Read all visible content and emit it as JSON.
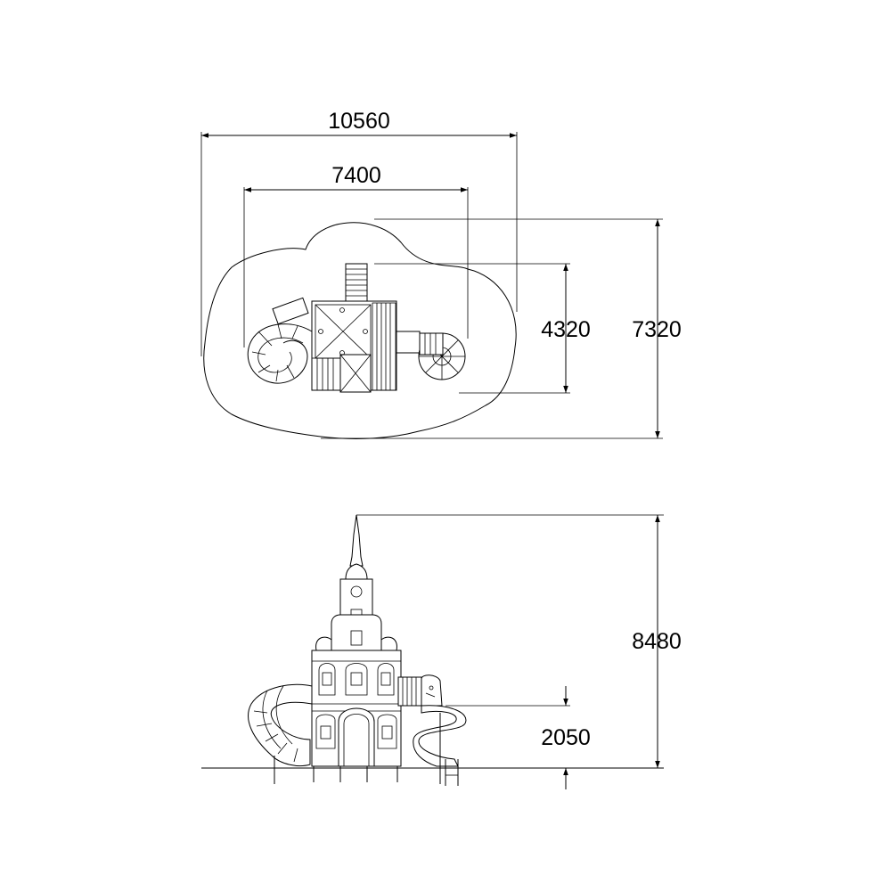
{
  "dimensions": {
    "plan_total_width": "10560",
    "plan_inner_width": "7400",
    "plan_inner_depth": "4320",
    "plan_total_depth": "7320",
    "elevation_total_height": "8480",
    "elevation_platform_height": "2050"
  },
  "colors": {
    "line": "#000000",
    "background": "#ffffff"
  }
}
